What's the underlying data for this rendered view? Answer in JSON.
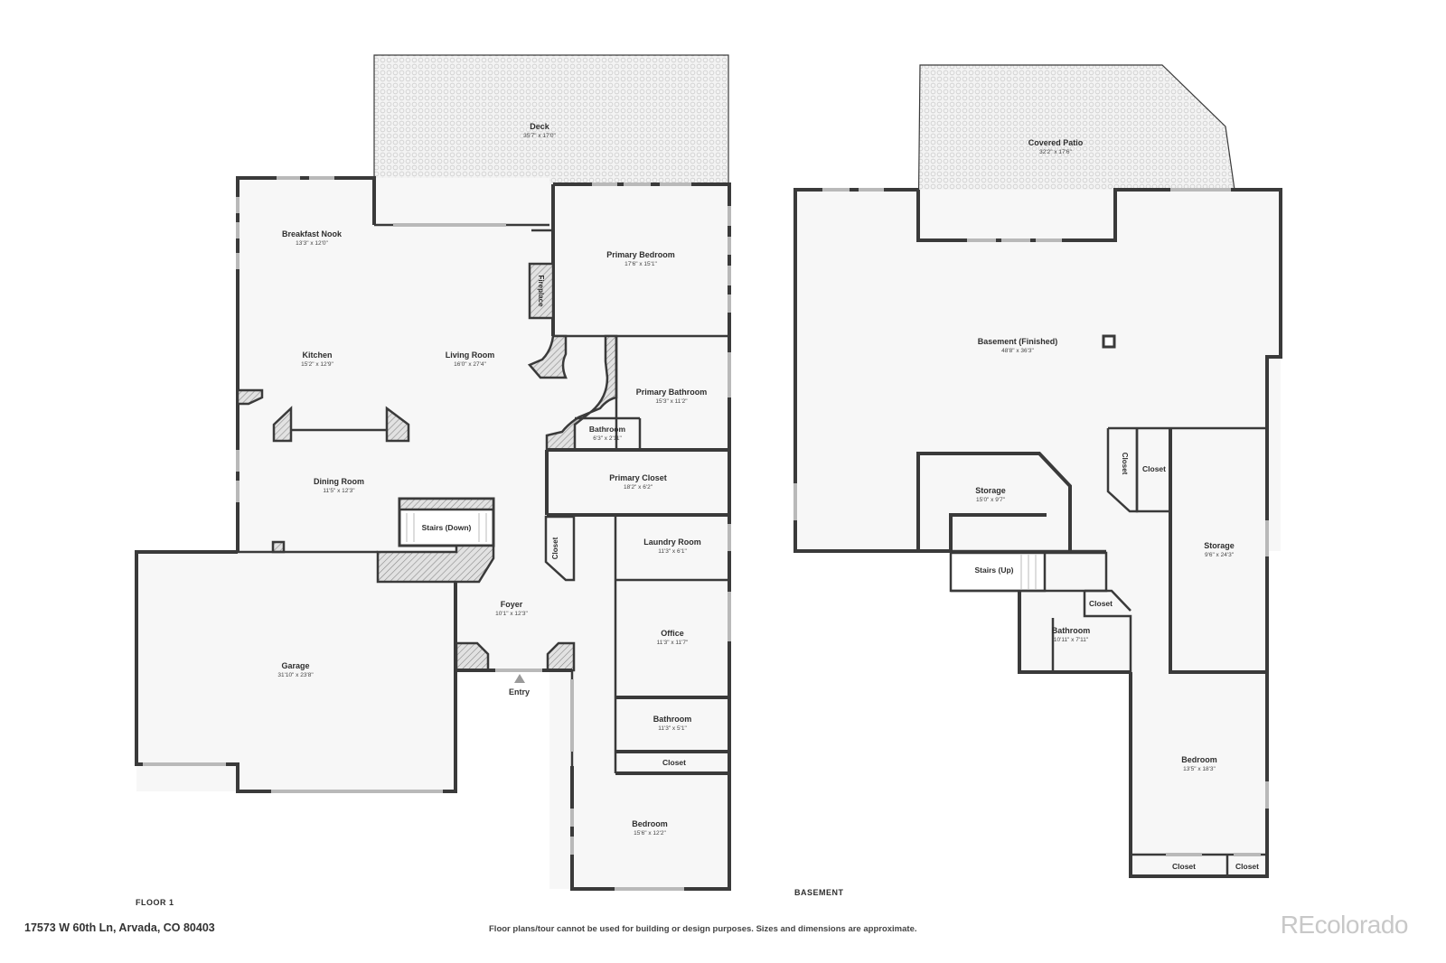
{
  "floor1": {
    "label": "FLOOR 1",
    "rooms": [
      {
        "name": "Deck",
        "dims": "35'7\" x 17'0\""
      },
      {
        "name": "Breakfast Nook",
        "dims": "13'3\" x 12'0\""
      },
      {
        "name": "Primary Bedroom",
        "dims": "17'6\" x 15'1\""
      },
      {
        "name": "Fireplace",
        "dims": ""
      },
      {
        "name": "Kitchen",
        "dims": "15'2\" x 12'9\""
      },
      {
        "name": "Living Room",
        "dims": "16'0\" x 27'4\""
      },
      {
        "name": "Primary Bathroom",
        "dims": "15'3\" x 11'2\""
      },
      {
        "name": "Bathroom",
        "dims": "6'3\" x 2'11\""
      },
      {
        "name": "Dining Room",
        "dims": "11'5\" x 12'3\""
      },
      {
        "name": "Primary Closet",
        "dims": "18'2\" x 6'2\""
      },
      {
        "name": "Stairs (Down)",
        "dims": ""
      },
      {
        "name": "Closet",
        "dims": ""
      },
      {
        "name": "Laundry Room",
        "dims": "11'3\" x 6'1\""
      },
      {
        "name": "Foyer",
        "dims": "10'1\" x 12'3\""
      },
      {
        "name": "Garage",
        "dims": "31'10\" x 23'8\""
      },
      {
        "name": "Office",
        "dims": "11'3\" x 11'7\""
      },
      {
        "name": "Bathroom",
        "dims": "11'3\" x 5'1\""
      },
      {
        "name": "Closet",
        "dims": ""
      },
      {
        "name": "Bedroom",
        "dims": "15'6\" x 12'2\""
      }
    ],
    "entry_label": "Entry"
  },
  "basement": {
    "label": "BASEMENT",
    "rooms": [
      {
        "name": "Covered Patio",
        "dims": "32'2\" x 17'6\""
      },
      {
        "name": "Basement (Finished)",
        "dims": "48'8\" x 36'3\""
      },
      {
        "name": "Closet",
        "dims": ""
      },
      {
        "name": "Closet",
        "dims": ""
      },
      {
        "name": "Storage",
        "dims": "15'0\" x 9'7\""
      },
      {
        "name": "Storage",
        "dims": "9'6\" x 24'3\""
      },
      {
        "name": "Stairs (Up)",
        "dims": ""
      },
      {
        "name": "Closet",
        "dims": ""
      },
      {
        "name": "Bathroom",
        "dims": "10'11\" x 7'11\""
      },
      {
        "name": "Bedroom",
        "dims": "13'5\" x 18'3\""
      },
      {
        "name": "Closet",
        "dims": ""
      },
      {
        "name": "Closet",
        "dims": ""
      }
    ]
  },
  "footer": {
    "address": "17573 W 60th Ln, Arvada, CO 80403",
    "disclaimer": "Floor plans/tour cannot be used for building or design purposes. Sizes and dimensions are approximate.",
    "brand": "REcolorado"
  },
  "colors": {
    "wall": "#3a3a3a",
    "floor": "#f7f7f7",
    "window": "#b9b9b9",
    "brand": "#c8c8c8"
  }
}
